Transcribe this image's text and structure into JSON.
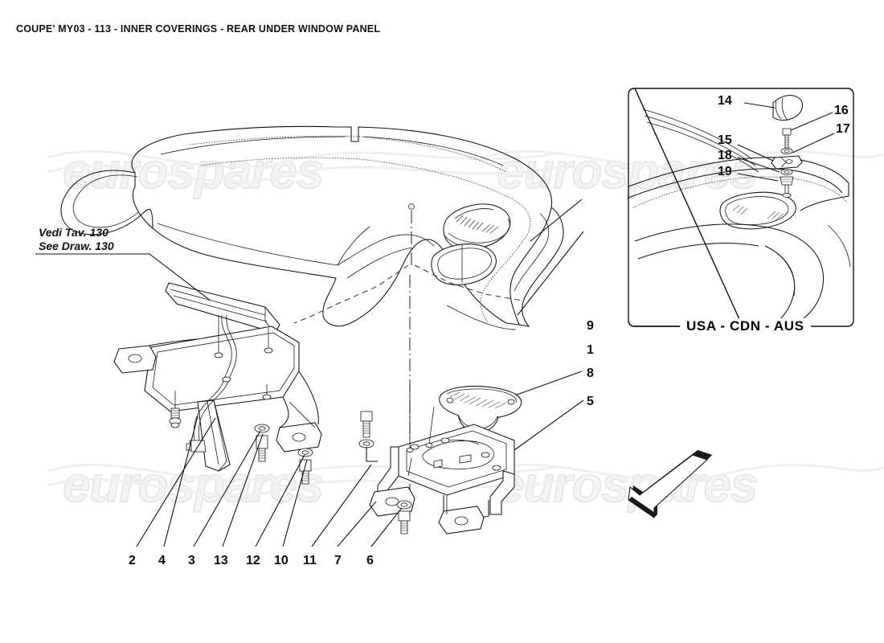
{
  "document": {
    "title": "COUPE' MY03 - 113 - INNER COVERINGS - REAR UNDER WINDOW PANEL",
    "watermark_text": "eurospares"
  },
  "notes": {
    "see_drawing_it": "Vedi Tav. 130",
    "see_drawing_en": "See Draw. 130"
  },
  "inset": {
    "caption": "USA - CDN - AUS",
    "callouts": [
      {
        "id": "14",
        "label": "14"
      },
      {
        "id": "16",
        "label": "16"
      },
      {
        "id": "17",
        "label": "17"
      },
      {
        "id": "15",
        "label": "15"
      },
      {
        "id": "18",
        "label": "18"
      },
      {
        "id": "19",
        "label": "19"
      }
    ]
  },
  "main": {
    "right_callouts": [
      {
        "id": "9",
        "label": "9"
      },
      {
        "id": "1",
        "label": "1"
      },
      {
        "id": "8",
        "label": "8"
      },
      {
        "id": "5",
        "label": "5"
      }
    ],
    "bottom_callouts": [
      {
        "id": "2",
        "label": "2"
      },
      {
        "id": "4",
        "label": "4"
      },
      {
        "id": "3",
        "label": "3"
      },
      {
        "id": "13",
        "label": "13"
      },
      {
        "id": "12",
        "label": "12"
      },
      {
        "id": "10",
        "label": "10"
      },
      {
        "id": "11",
        "label": "11"
      },
      {
        "id": "7",
        "label": "7"
      },
      {
        "id": "6",
        "label": "6"
      }
    ]
  },
  "colors": {
    "line": "#111111",
    "paper": "#ffffff",
    "watermark": "#e3e3e3"
  }
}
